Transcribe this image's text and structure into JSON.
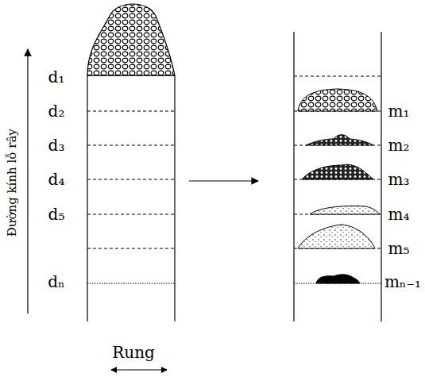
{
  "diagram": {
    "labels": [
      "Đường kính lỗ rây",
      "d₁",
      "d₂",
      "d₃",
      "d₄",
      "d₅",
      "dₙ",
      "m₁",
      "m₂",
      "m₃",
      "m₄",
      "m₅",
      "mₙ₋₁",
      "Rung"
    ]
  }
}
